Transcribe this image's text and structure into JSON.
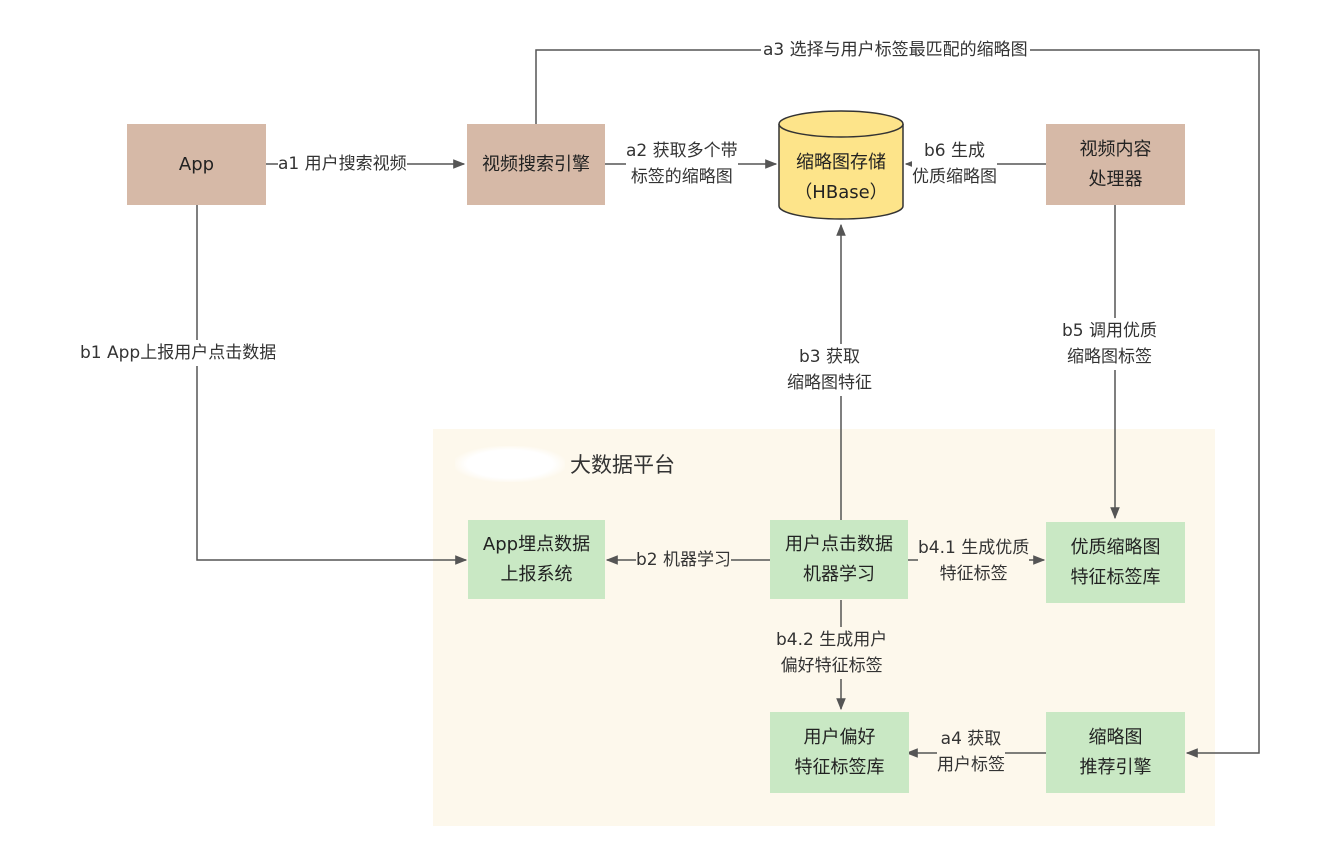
{
  "platform": {
    "title": "大数据平台"
  },
  "nodes": {
    "app": "App",
    "search_engine": "视频搜索引擎",
    "storage": [
      "缩略图存储",
      "（HBase）"
    ],
    "content_processor": [
      "视频内容",
      "处理器"
    ],
    "report_system": [
      "App埋点数据",
      "上报系统"
    ],
    "ml": [
      "用户点击数据",
      "机器学习"
    ],
    "quality_lib": [
      "优质缩略图",
      "特征标签库"
    ],
    "pref_lib": [
      "用户偏好",
      "特征标签库"
    ],
    "recommender": [
      "缩略图",
      "推荐引擎"
    ]
  },
  "edges": {
    "a1": "a1 用户搜索视频",
    "a2": [
      "a2 获取多个带",
      "标签的缩略图"
    ],
    "a3": "a3 选择与用户标签最匹配的缩略图",
    "a4": [
      "a4 获取",
      "用户标签"
    ],
    "b1": "b1 App上报用户点击数据",
    "b2": "b2 机器学习",
    "b3": [
      "b3 获取",
      "缩略图特征"
    ],
    "b41": [
      "b4.1 生成优质",
      "特征标签"
    ],
    "b42": [
      "b4.2 生成用户",
      "偏好特征标签"
    ],
    "b5": [
      "b5 调用优质",
      "缩略图标签"
    ],
    "b6": [
      "b6 生成",
      "优质缩略图"
    ]
  },
  "colors": {
    "external_node": "#d6b9a7",
    "platform_node": "#c9e8c4",
    "storage": "#fde48a",
    "platform_bg": "#fdf8ec",
    "line": "#555555"
  }
}
